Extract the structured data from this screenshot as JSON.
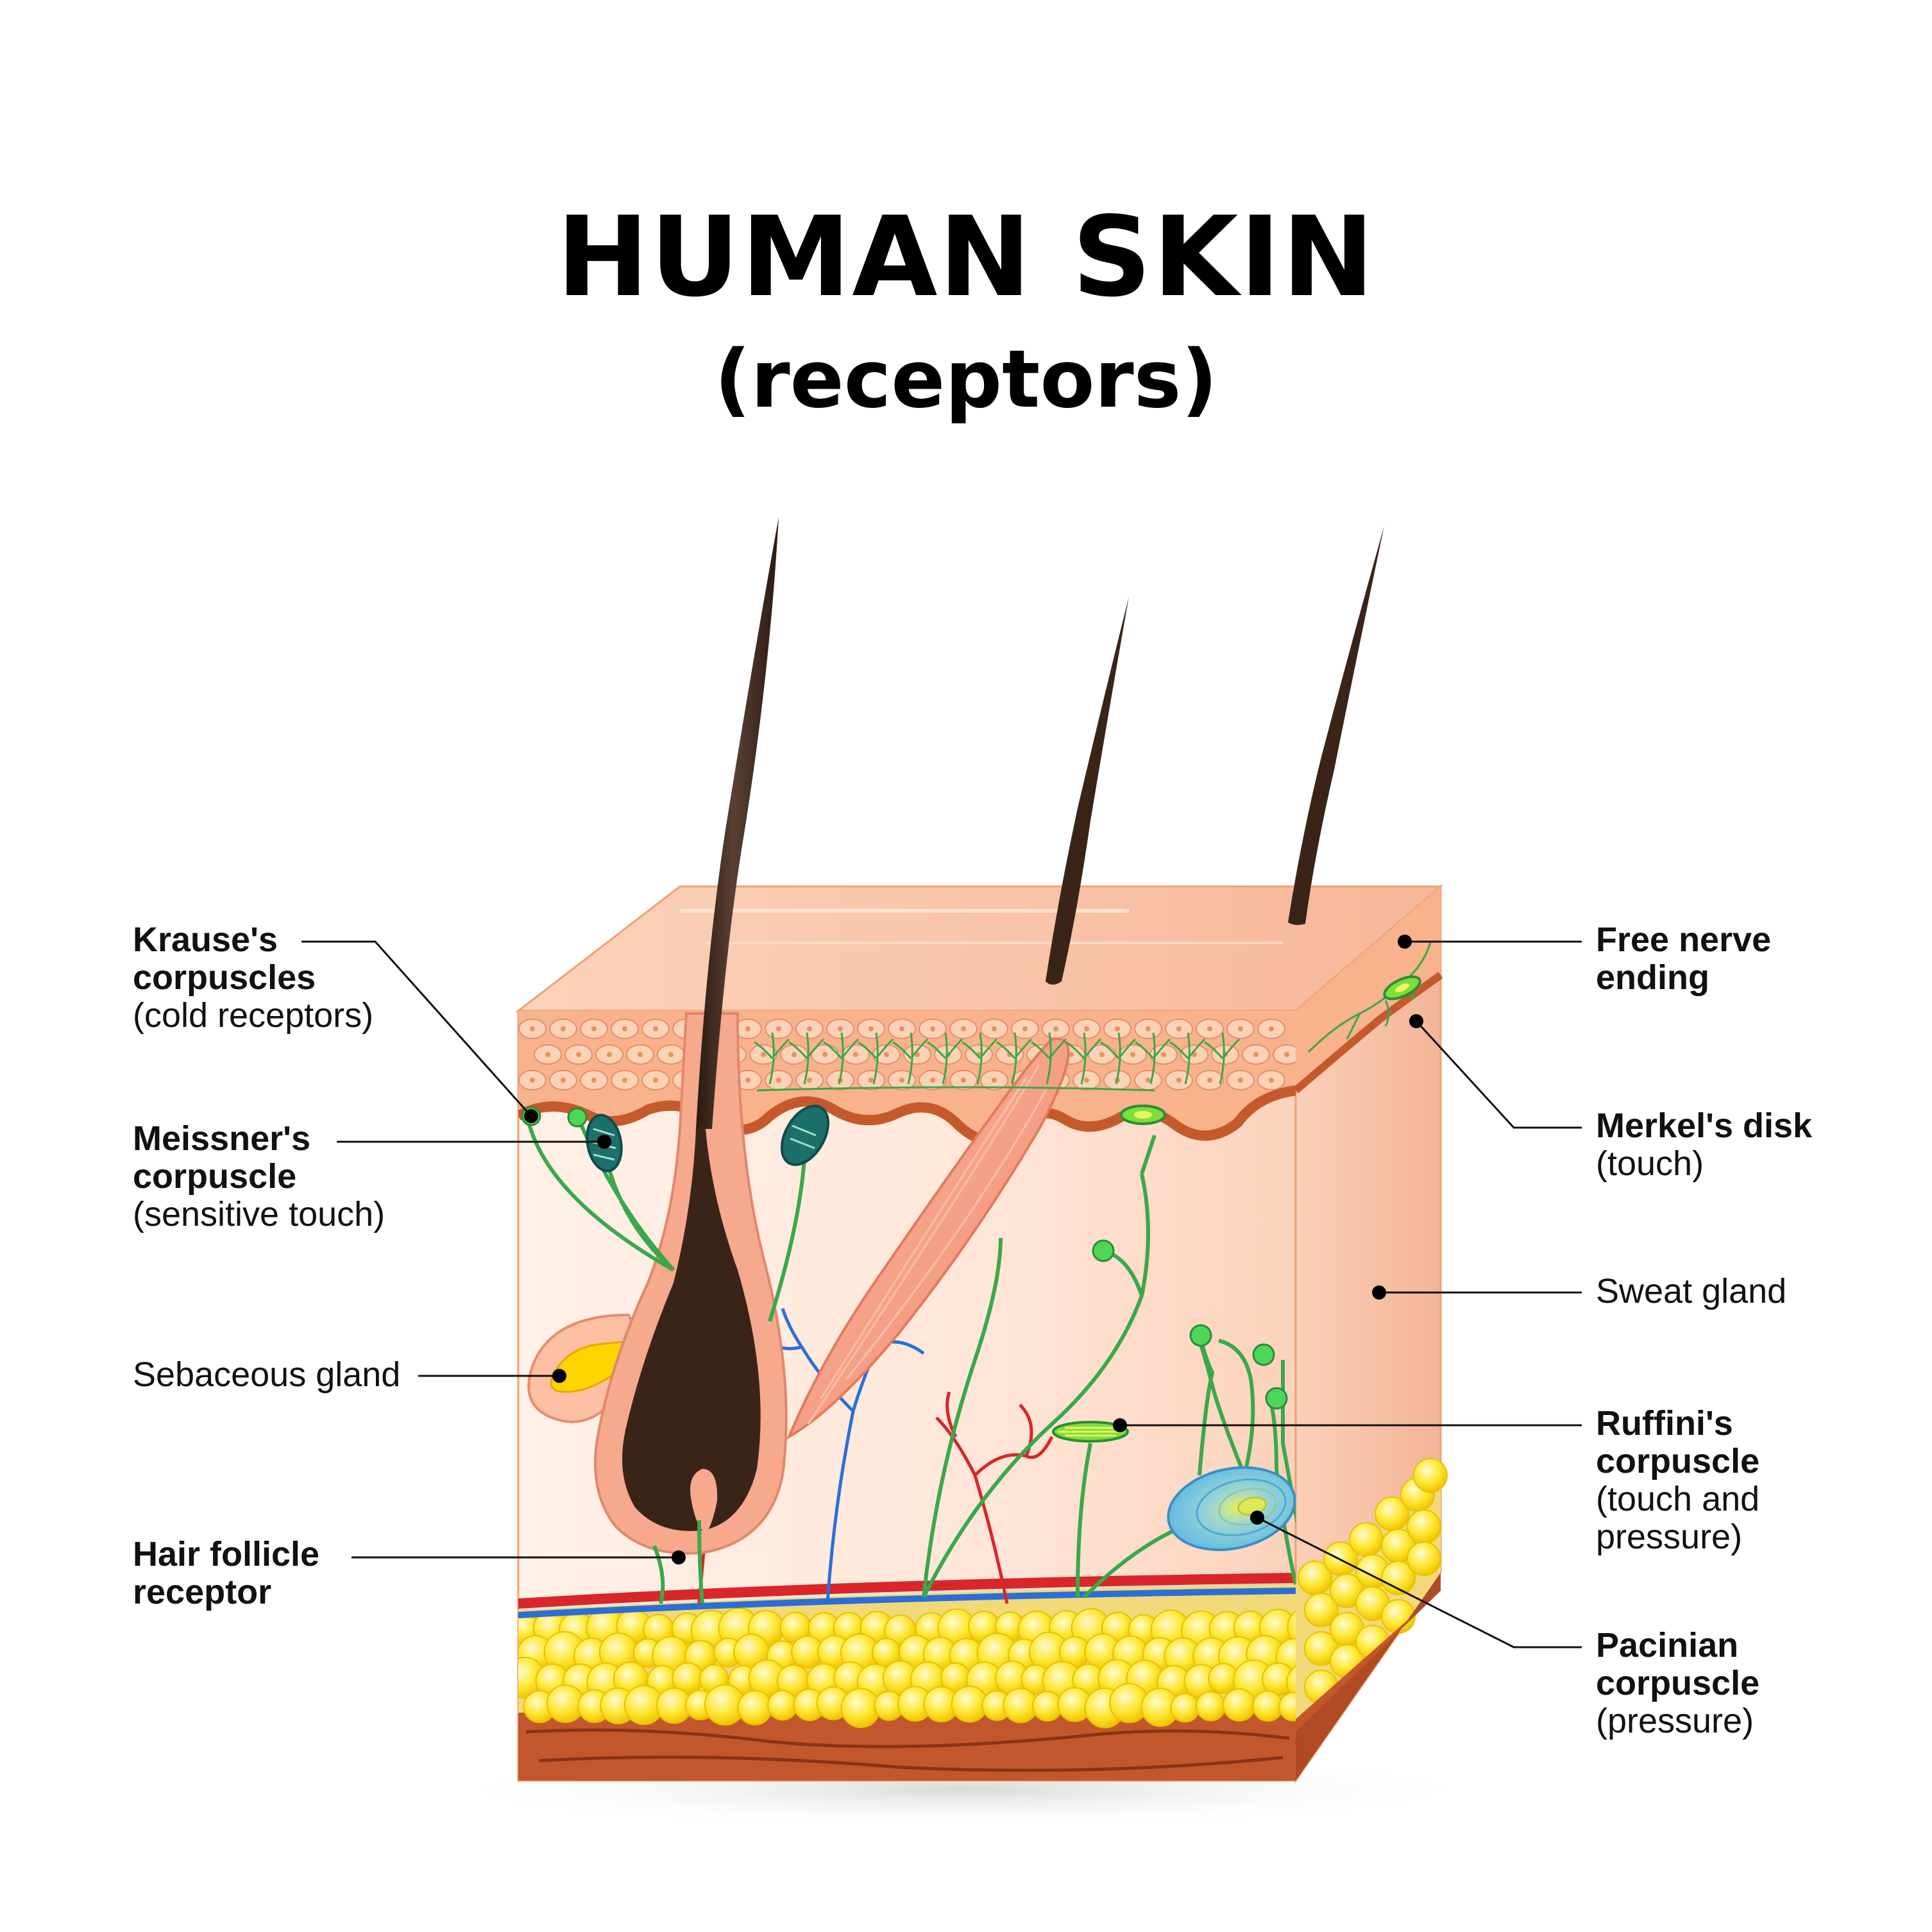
{
  "title": "HUMAN SKIN",
  "subtitle": "(receptors)",
  "labels": {
    "krause": {
      "l1": "Krause's",
      "l2": "corpuscles",
      "desc": "(cold receptors)"
    },
    "meissner": {
      "l1": "Meissner's",
      "l2": "corpuscle",
      "desc": "(sensitive touch)"
    },
    "sebaceous": {
      "text": "Sebaceous gland"
    },
    "hair_follicle": {
      "l1": "Hair follicle",
      "l2": "receptor"
    },
    "free_nerve": {
      "l1": "Free nerve",
      "l2": "ending"
    },
    "merkel": {
      "l1": "Merkel's disk",
      "desc": "(touch)"
    },
    "sweat": {
      "text": "Sweat gland"
    },
    "ruffini": {
      "l1": "Ruffini's",
      "l2": "corpuscle",
      "d1": "(touch and",
      "d2": "pressure)"
    },
    "pacinian": {
      "l1": "Pacinian",
      "l2": "corpuscle",
      "desc": "(pressure)"
    }
  },
  "colors": {
    "epidermis": "#f6b48e",
    "dermis": "#fde4d4",
    "fat": "#ffe84a",
    "hair": "#3a2418",
    "nerve": "#3aa84a",
    "artery": "#d8262a",
    "vein": "#2b6fd6",
    "sweat_gland": "#8fd8ea",
    "leader_line": "#111111"
  }
}
